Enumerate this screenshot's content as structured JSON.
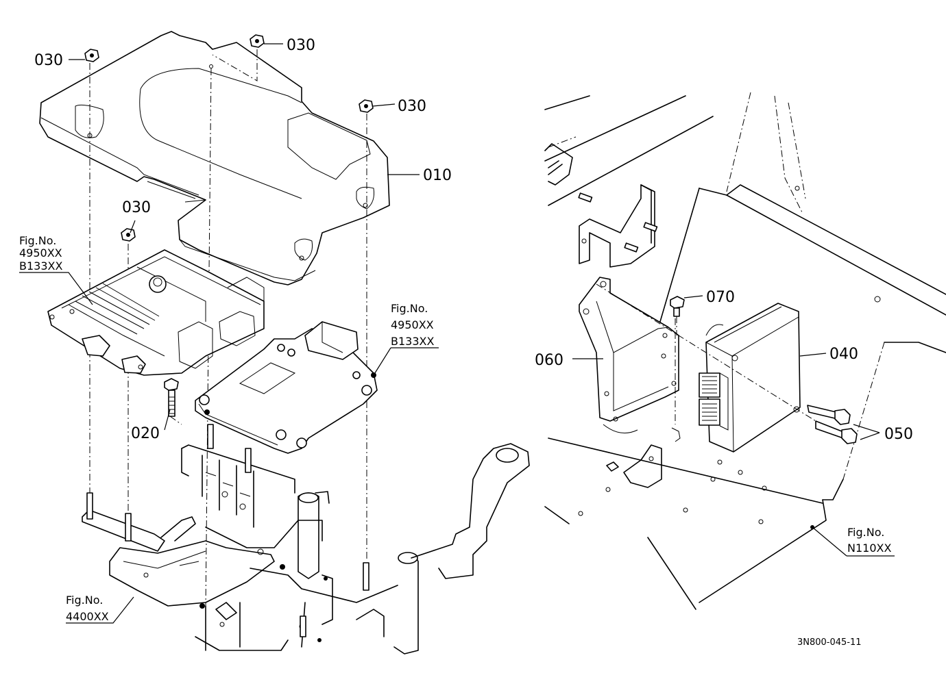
{
  "diagram": {
    "drawing_code": "3N800-045-11",
    "callouts": {
      "c030_a": "030",
      "c030_b": "030",
      "c030_c": "030",
      "c030_d": "030",
      "c010": "010",
      "c020": "020",
      "c040": "040",
      "c050": "050",
      "c060": "060",
      "c070": "070"
    },
    "fig_refs": {
      "ref_4950_left": {
        "label": "Fig.No.",
        "line1": "4950XX",
        "line2": "B133XX"
      },
      "ref_4950_mid": {
        "label": "Fig.No.",
        "line1": "4950XX",
        "line2": "B133XX"
      },
      "ref_4400": {
        "label": "Fig.No.",
        "line1": "4400XX"
      },
      "ref_n110": {
        "label": "Fig.No.",
        "line1": "N110XX"
      }
    }
  }
}
